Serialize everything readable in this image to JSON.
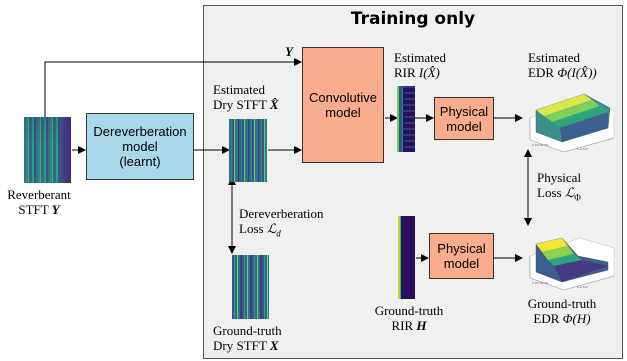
{
  "panel": {
    "title": "Training only",
    "bg": "#f0f0f0",
    "border": "#555555"
  },
  "inputs": {
    "reverberant_label_1": "Reverberant",
    "reverberant_label_2": "STFT ",
    "reverberant_sym": "Y",
    "y_arrow_label": "Y"
  },
  "blocks": {
    "dereverb": {
      "line1": "Dereverberation",
      "line2": "model",
      "line3": "(learnt)",
      "color": "#a8d8ea"
    },
    "convolutive": {
      "line1": "Convolutive",
      "line2": "model",
      "color": "#f9ad8e"
    },
    "physical_top": {
      "line1": "Physical",
      "line2": "model",
      "color": "#f9ad8e"
    },
    "physical_bottom": {
      "line1": "Physical",
      "line2": "model",
      "color": "#f9ad8e"
    }
  },
  "labels": {
    "estimated_dry_1": "Estimated",
    "estimated_dry_2": "Dry STFT ",
    "estimated_dry_sym": "X̂",
    "estimated_rir_1": "Estimated",
    "estimated_rir_2": "RIR ",
    "estimated_rir_sym": "I(X̂)",
    "estimated_edr_1": "Estimated",
    "estimated_edr_2": "EDR ",
    "estimated_edr_sym": "Φ(I(X̂))",
    "dereverb_loss_1": "Dereverberation",
    "dereverb_loss_2": "Loss ",
    "dereverb_loss_sym": "ℒ",
    "dereverb_loss_sub": "d",
    "physical_loss_1": "Physical",
    "physical_loss_2": "Loss ",
    "physical_loss_sym": "ℒ",
    "physical_loss_sub": "Φ",
    "gt_dry_1": "Ground-truth",
    "gt_dry_2": "Dry STFT ",
    "gt_dry_sym": "X",
    "gt_rir_1": "Ground-truth",
    "gt_rir_2": "RIR ",
    "gt_rir_sym": "H",
    "gt_edr_1": "Ground-truth",
    "gt_edr_2": "EDR ",
    "gt_edr_sym": "Φ(H)"
  },
  "icons": {
    "spectrogram": "spectrogram-thumbnail",
    "rir": "rir-strip",
    "edr": "edr-3d-surface"
  }
}
